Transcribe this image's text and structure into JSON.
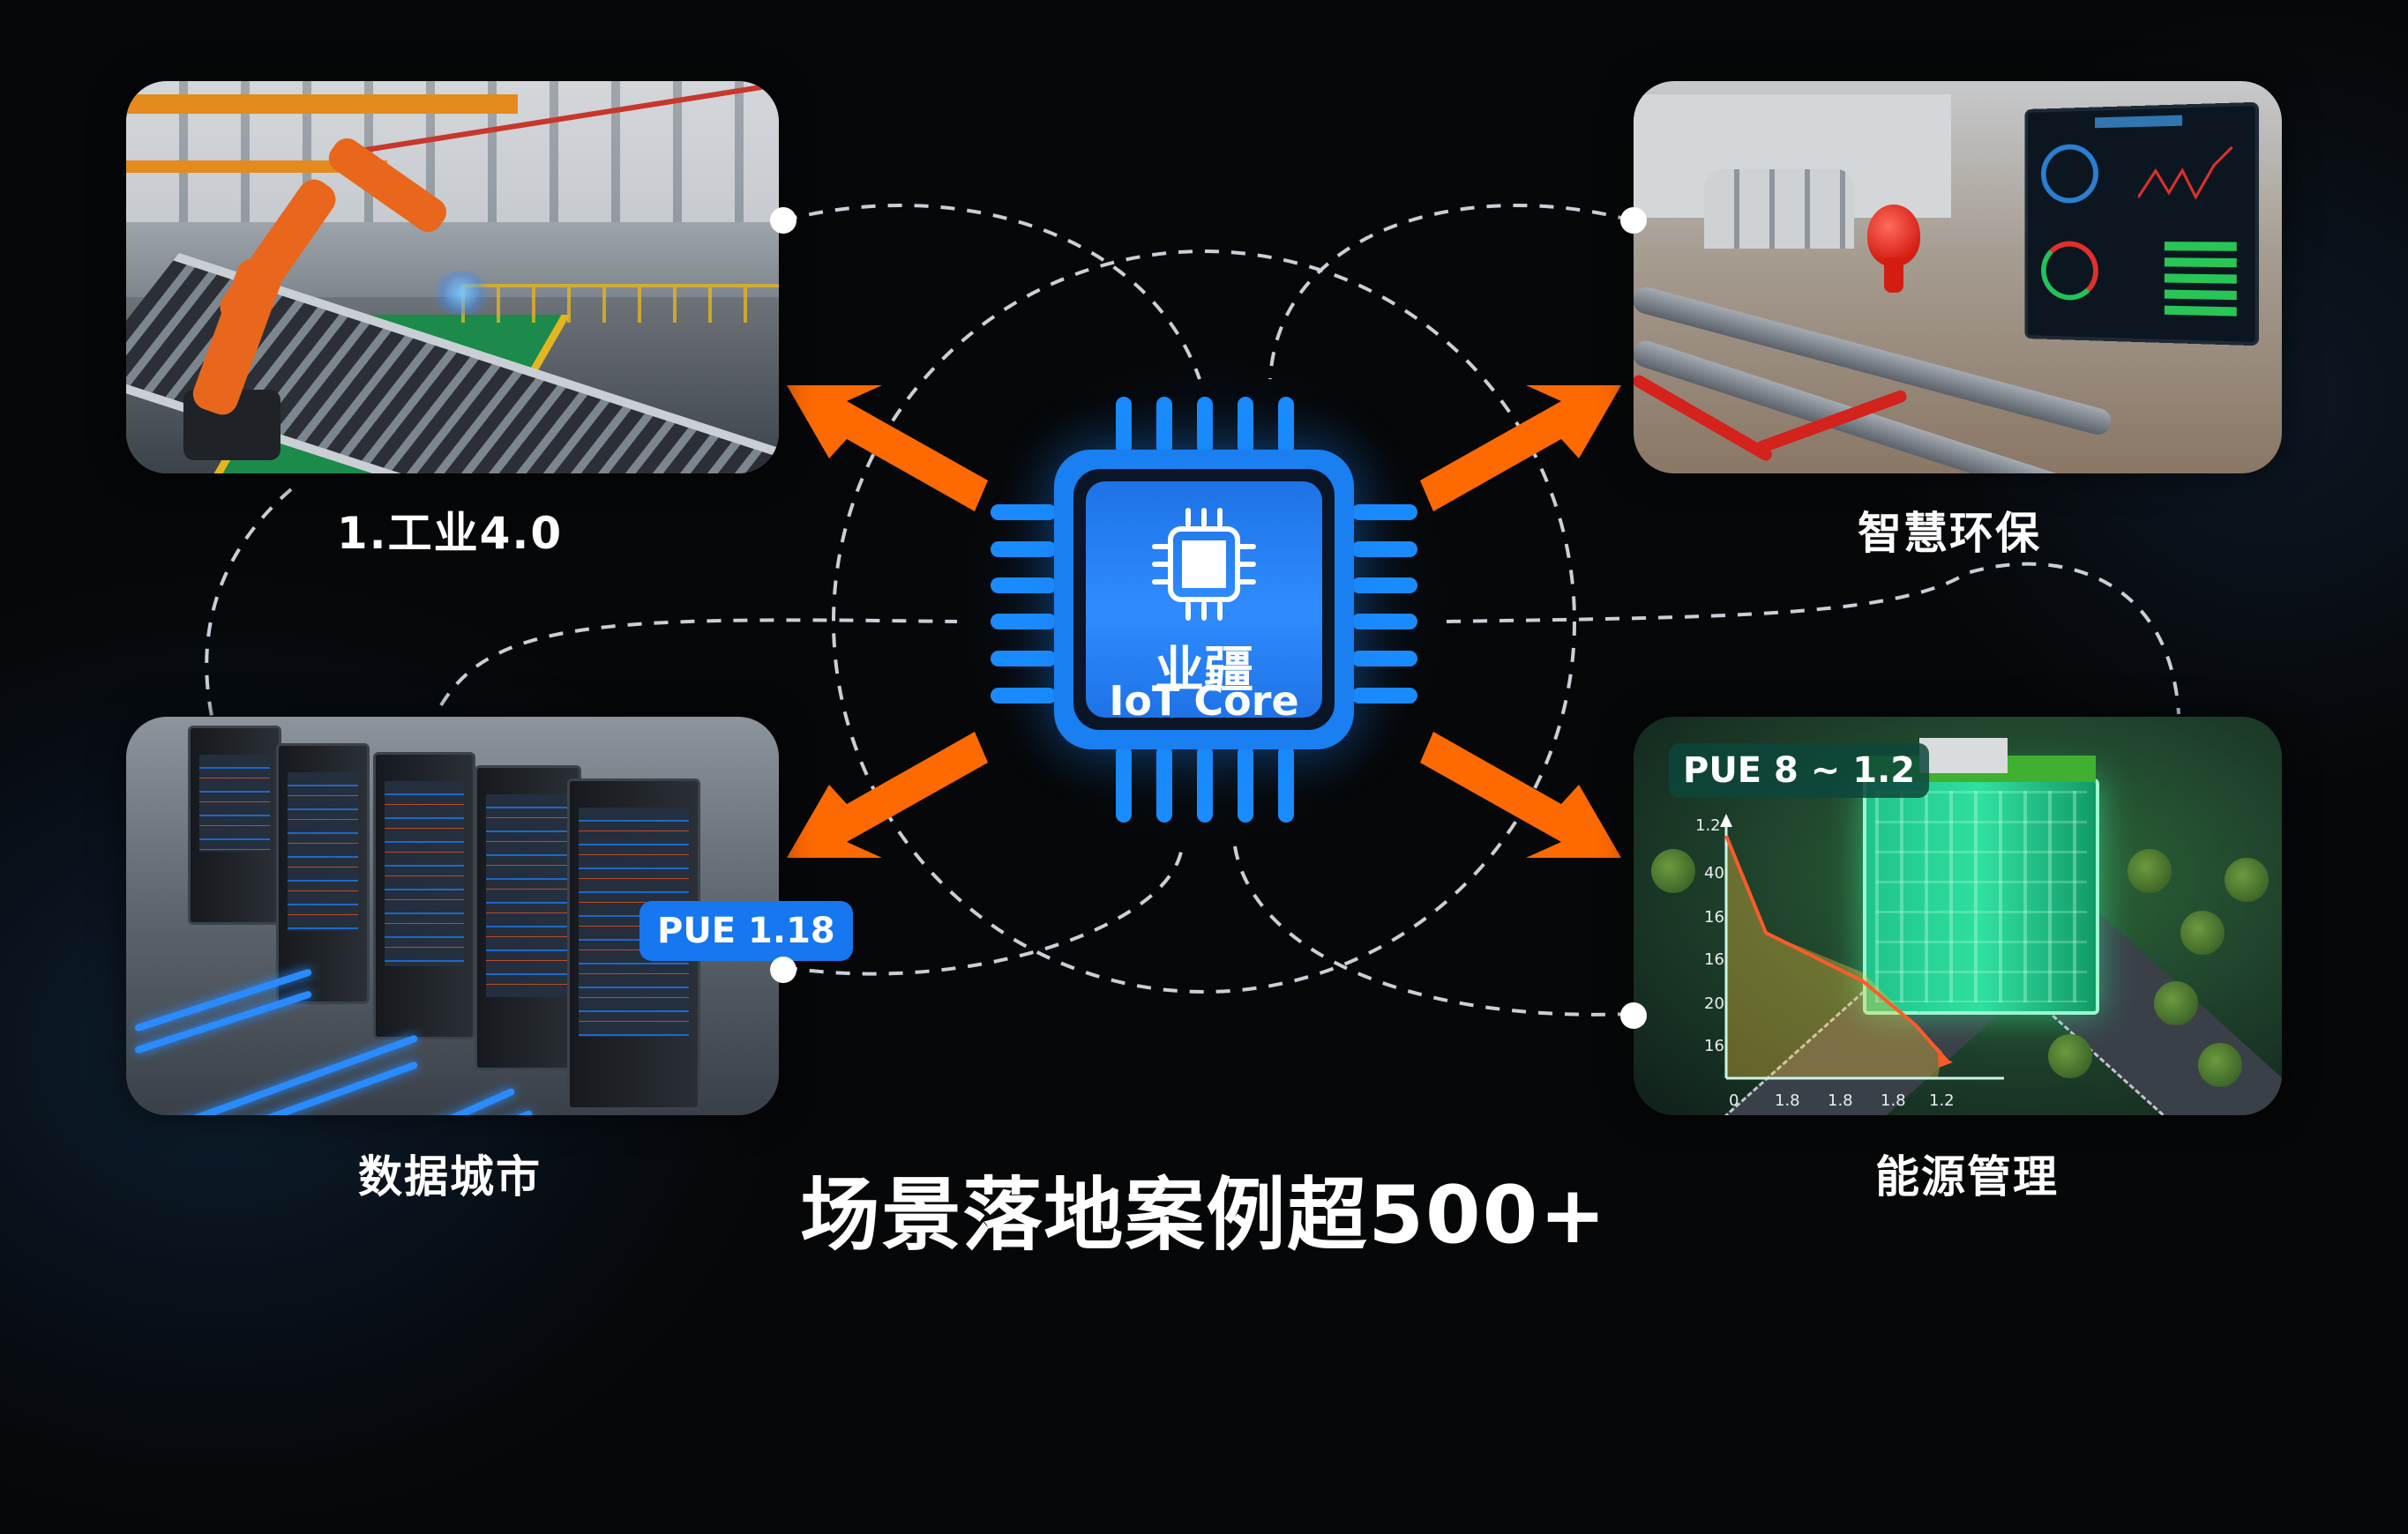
{
  "hub": {
    "brand": "业疆",
    "product": "IoT Core",
    "icon": "cpu-chip-icon",
    "accent_color": "#1a7ff0"
  },
  "scenarios": [
    {
      "id": "industry",
      "label": "1.工业4.0",
      "image": "robot-arm-factory-conveyor",
      "position": "top-left"
    },
    {
      "id": "environment",
      "label": "智慧环保",
      "image": "pipeline-monitoring-dashboard",
      "position": "top-right"
    },
    {
      "id": "data-city",
      "label": "数据城市",
      "image": "server-racks-datacenter",
      "position": "bottom-left",
      "badge": "PUE 1.18"
    },
    {
      "id": "energy",
      "label": "能源管理",
      "image": "green-building-energy-chart",
      "position": "bottom-right",
      "badge": "PUE 8 ~ 1.2",
      "mini_chart": {
        "y_ticks": [
          "1.2",
          "40",
          "16",
          "16",
          "20",
          "16"
        ],
        "x_ticks": [
          "0",
          "1.8",
          "1.8",
          "1.8",
          "1.2"
        ]
      }
    }
  ],
  "headline": "场景落地案例超500+",
  "colors": {
    "background": "#060708",
    "arrow": "#ff6a00",
    "connector": "#dfe6ee",
    "badge_blue": "#1677f0",
    "badge_green": "#0c463a"
  }
}
